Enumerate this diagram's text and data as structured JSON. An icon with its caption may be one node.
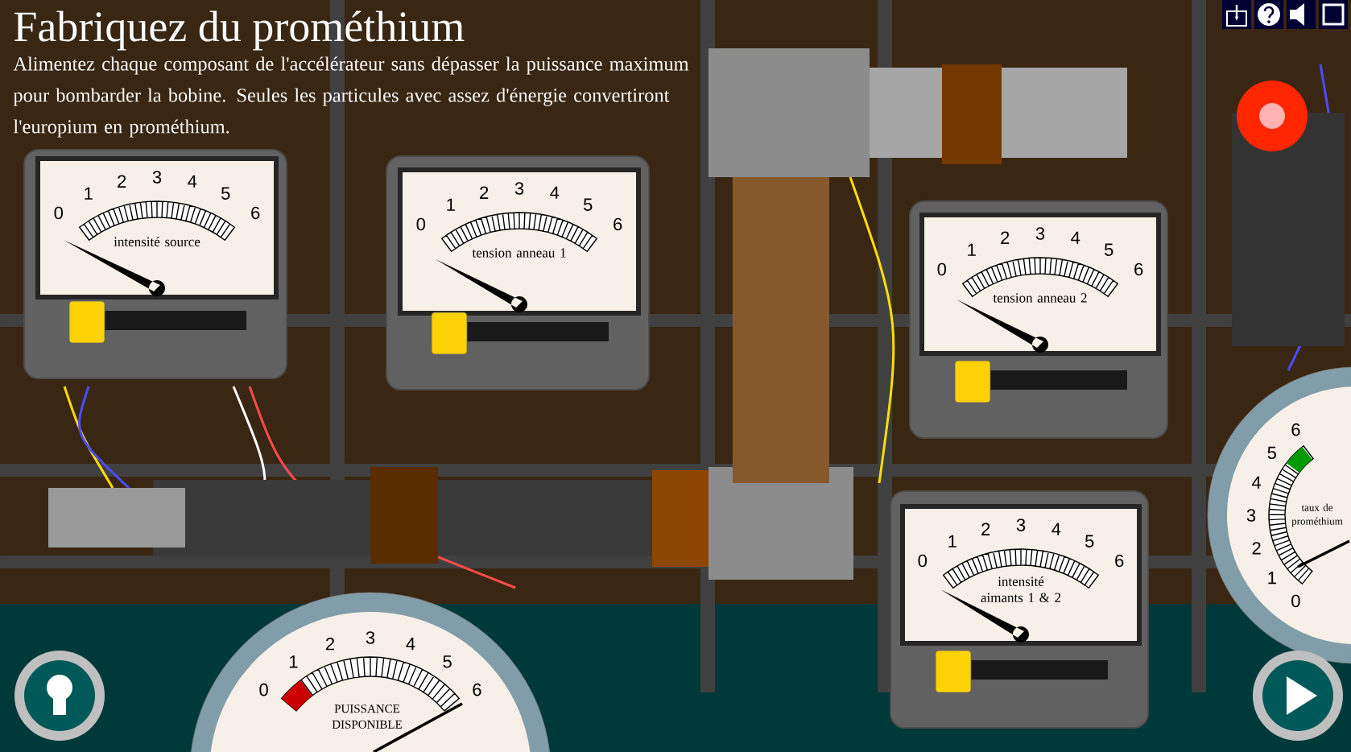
{
  "diagram": {
    "title": "Fabriquez du prométhium",
    "nodes": [
      {
        "text": [
          "0",
          "1",
          "2",
          "3",
          "4",
          "5",
          "6",
          "intensité source"
        ]
      },
      {
        "text": [
          "0",
          "1",
          "2",
          "3",
          "4",
          "5",
          "6",
          "tension anneau 1"
        ]
      },
      {
        "text": [
          "0",
          "1",
          "2",
          "3",
          "4",
          "5",
          "6",
          "tension anneau 2"
        ]
      },
      {
        "text": [
          "0",
          "1",
          "2",
          "3",
          "4",
          "5",
          "6",
          "taux de prométhium"
        ]
      },
      {
        "text": [
          "0",
          "1",
          "2",
          "3",
          "4",
          "5",
          "6",
          "intensité aimants 1 & 2"
        ]
      },
      {
        "text": [
          "0",
          "1",
          "2",
          "3",
          "4",
          "5",
          "6",
          "PUISSANCE DISPONIBLE"
        ]
      }
    ],
    "labels": [
      "Alimentez chaque composant de l'accélérateur sans dépasser la puissance maximum pour bombarder la bobine. Seules les particules avec assez d'énergie convertiront l'europium en prométhium."
    ]
  }
}
